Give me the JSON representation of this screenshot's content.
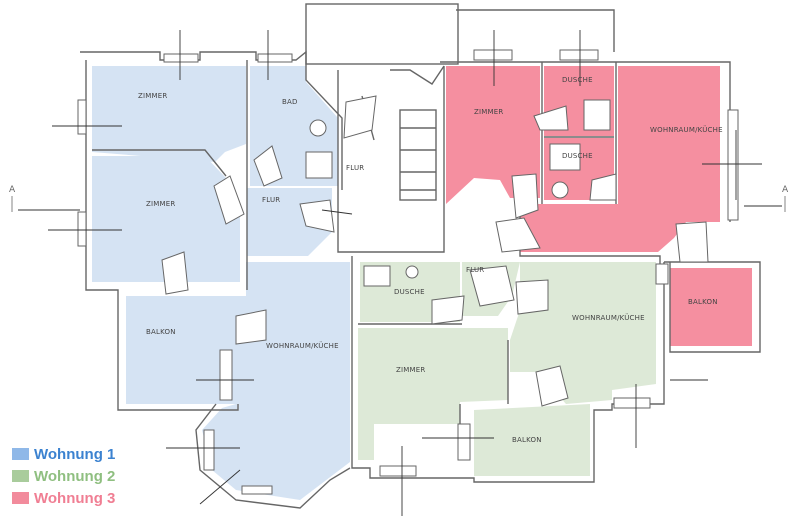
{
  "colors": {
    "wall": "#666666",
    "wohnung1": "#d5e3f3",
    "wohnung2": "#dde9d7",
    "wohnung3": "#f58fa0",
    "legend1_swatch": "#8fb8e8",
    "legend1_text": "#3b82d0",
    "legend2_swatch": "#a9cc9c",
    "legend2_text": "#8fbf80",
    "legend3_swatch": "#f28b9c",
    "legend3_text": "#f07e93"
  },
  "section_marker": "A",
  "rooms": {
    "w1_zimmer_top": "ZIMMER",
    "w1_bad": "BAD",
    "w1_zimmer_mid": "ZIMMER",
    "w1_flur": "FLUR",
    "w1_balkon": "BALKON",
    "w1_wohnraum": "WOHNRAUM/KÜCHE",
    "stair_flur": "FLUR",
    "w2_flur": "FLUR",
    "w2_dusche": "DUSCHE",
    "w2_wohnraum": "WOHNRAUM/KÜCHE",
    "w2_zimmer": "ZIMMER",
    "w2_balkon": "BALKON",
    "w3_zimmer": "ZIMMER",
    "w3_dusche_top": "DUSCHE",
    "w3_dusche_bottom": "DUSCHE",
    "w3_wohnraum": "WOHNRAUM/KÜCHE",
    "w3_balkon": "BALKON"
  },
  "legend": [
    {
      "label": "Wohnung 1"
    },
    {
      "label": "Wohnung 2"
    },
    {
      "label": "Wohnung 3"
    }
  ]
}
